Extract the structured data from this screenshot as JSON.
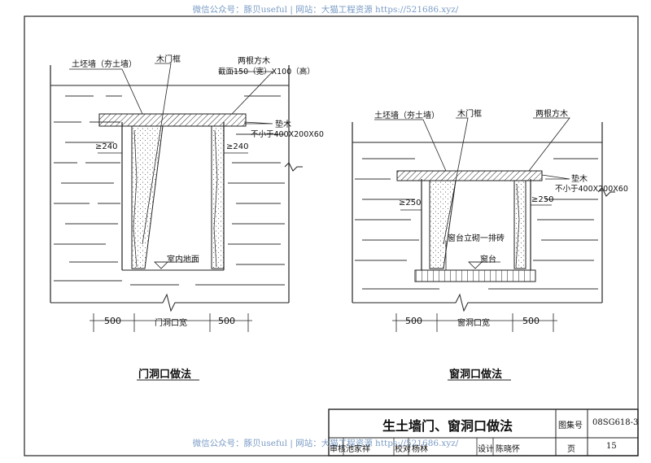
{
  "watermark_top": "微信公众号：豚贝useful | 网站：大猫工程资源 https://521686.xyz/",
  "watermark_bottom": "微信公众号：豚贝useful | 网站：大猫工程资源 https://521686.xyz/",
  "door": {
    "wall_label": "土坯墙（夯土墙）",
    "frame_label": "木门框",
    "timber_label": "两根方木",
    "timber_section": "截面150（宽）X100（高）",
    "pad_label": "垫木",
    "pad_size": "不小于400X200X60",
    "dim_left": "≥240",
    "dim_right": "≥240",
    "floor_label": "室内地面",
    "width_left": "500",
    "width_mid": "门洞口宽",
    "width_right": "500",
    "caption": "门洞口做法"
  },
  "window": {
    "wall_label": "土坯墙（夯土墙）",
    "frame_label": "木门框",
    "timber_label": "两根方木",
    "pad_label": "垫木",
    "pad_size": "不小于400X200X60",
    "dim_left": "≥250",
    "dim_right": "≥250",
    "brick_label": "窗台立砌一排砖",
    "sill_label": "窗台",
    "width_left": "500",
    "width_mid": "窗洞口宽",
    "width_right": "500",
    "caption": "窗洞口做法"
  },
  "title_block": {
    "title": "生土墙门、窗洞口做法",
    "atlas_label": "图集号",
    "atlas_no": "08SG618-3",
    "review_label": "审核",
    "reviewer": "池家祥",
    "check_label": "校对",
    "checker": "杨林",
    "design_label": "设计",
    "designer": "陈晓怀",
    "page_label": "页",
    "page_no": "15"
  }
}
